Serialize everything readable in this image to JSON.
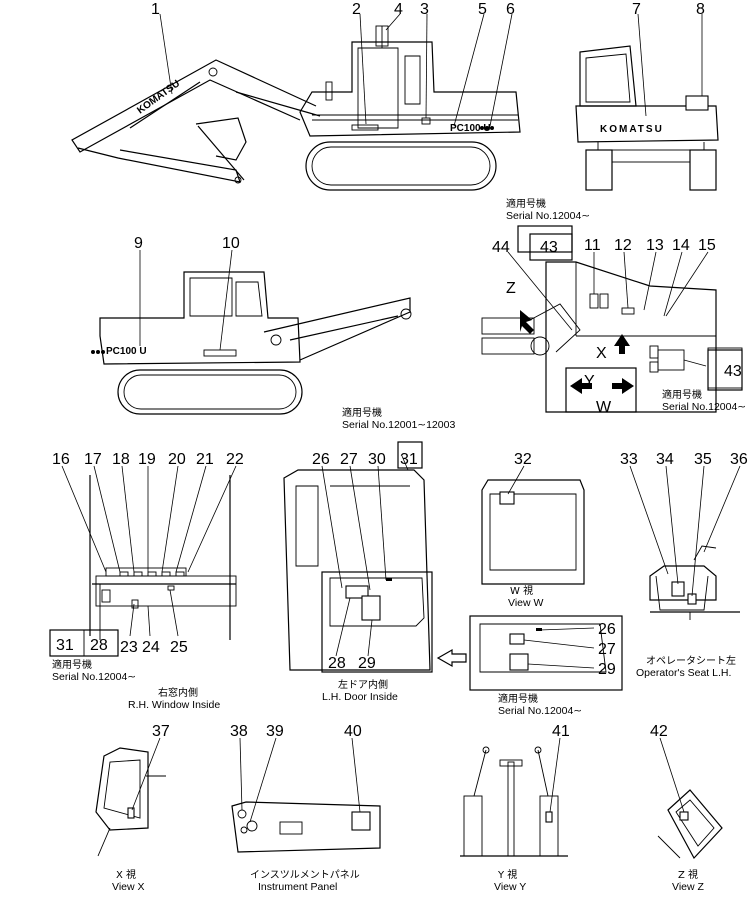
{
  "callouts": {
    "n1": "1",
    "n2": "2",
    "n3": "3",
    "n4": "4",
    "n5": "5",
    "n6": "6",
    "n7": "7",
    "n8": "8",
    "n9": "9",
    "n10": "10",
    "n11": "11",
    "n12": "12",
    "n13": "13",
    "n14": "14",
    "n15": "15",
    "n16": "16",
    "n17": "17",
    "n18": "18",
    "n19": "19",
    "n20": "20",
    "n21": "21",
    "n22": "22",
    "n23": "23",
    "n24": "24",
    "n25": "25",
    "n26": "26",
    "n27": "27",
    "n28": "28",
    "n29": "29",
    "n30": "30",
    "n31": "31",
    "n32": "32",
    "n33": "33",
    "n34": "34",
    "n35": "35",
    "n36": "36",
    "n37": "37",
    "n38": "38",
    "n39": "39",
    "n40": "40",
    "n41": "41",
    "n42": "42",
    "n43": "43",
    "n44": "44"
  },
  "labels": {
    "applicable_jp": "適用号機",
    "serial_12004": "Serial No.12004∼",
    "serial_12001_12003": "Serial No.12001∼12003",
    "rh_window_jp": "右窓内側",
    "rh_window": "R.H. Window Inside",
    "lh_door_jp": "左ドア内側",
    "lh_door": "L.H. Door Inside",
    "view_w_jp": "W 視",
    "view_w": "View W",
    "operator_seat_jp": "オペレータシート左",
    "operator_seat": "Operator's Seat L.H.",
    "view_x_jp": "X 視",
    "view_x": "View X",
    "instrument_jp": "インスツルメントパネル",
    "instrument": "Instrument Panel",
    "view_y_jp": "Y 視",
    "view_y": "View Y",
    "view_z_jp": "Z 視",
    "view_z": "View Z",
    "brand": "KOMATSU",
    "model": "PC100 U",
    "arrow_x": "X",
    "arrow_y": "Y",
    "arrow_w": "W",
    "arrow_z": "Z"
  }
}
